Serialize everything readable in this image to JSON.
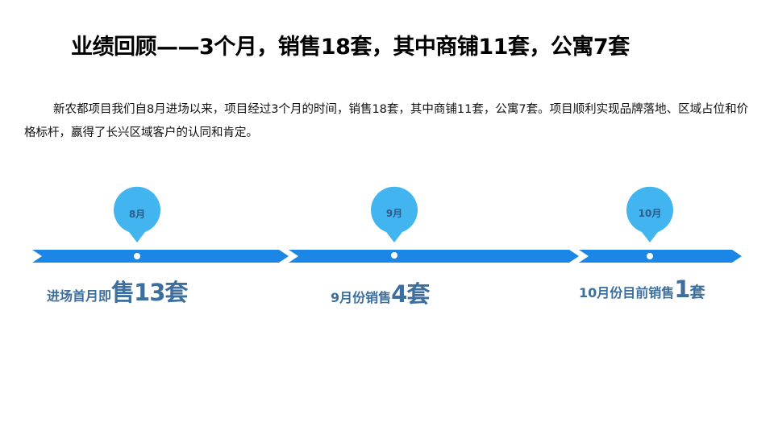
{
  "title": "业绩回顾——3个月，销售18套，其中商铺11套，公寓7套",
  "paragraph": "新农都项目我们自8月进场以来，项目经过3个月的时间，销售18套，其中商铺11套，公寓7套。项目顺利实现品牌落地、区域占位和价格标杆，赢得了长兴区域客户的认同和肯定。",
  "colors": {
    "arrow": "#1b86e6",
    "bubble": "#42b4f0",
    "summary_text": "#3d6f9e",
    "bubble_text": "#2e5c8a"
  },
  "milestones": [
    {
      "month": "8月",
      "summary_prefix": "进场首月即",
      "summary_highlight": "售13套",
      "summary_suffix": ""
    },
    {
      "month": "9月",
      "summary_prefix": "9月份销售",
      "summary_highlight": "4套",
      "summary_suffix": ""
    },
    {
      "month": "10月",
      "summary_prefix": "10月份目前销售",
      "summary_highlight": "1",
      "summary_suffix": "套"
    }
  ]
}
